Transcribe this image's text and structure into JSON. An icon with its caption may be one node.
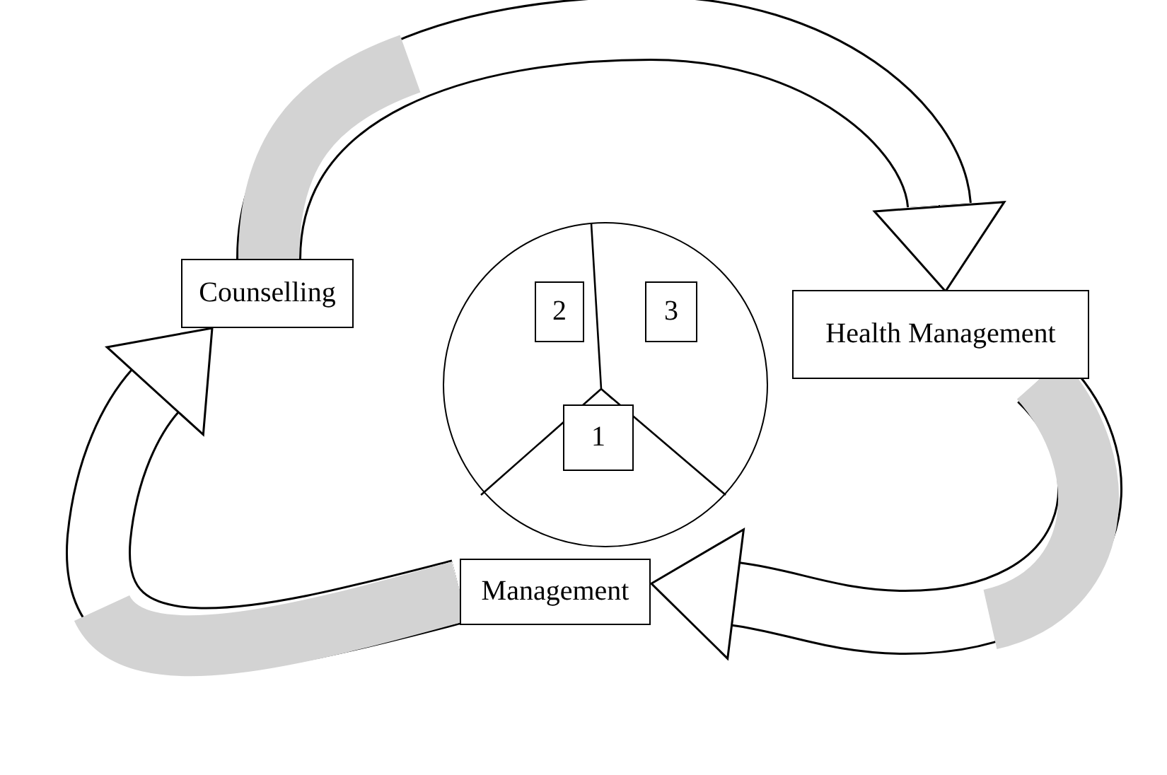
{
  "diagram": {
    "nodes": [
      {
        "text": [
          "Counselling"
        ]
      },
      {
        "text": [
          "Health Management"
        ]
      },
      {
        "text": [
          "Management"
        ]
      },
      {
        "text": [],
        "shape": "circle"
      },
      {
        "text": [
          "2"
        ],
        "in": 3
      },
      {
        "text": [
          "3"
        ],
        "in": 3
      },
      {
        "text": [
          "1"
        ],
        "in": 3
      }
    ],
    "edges": [
      {
        "from": 0,
        "to": 1,
        "arrow": "to"
      },
      {
        "from": 1,
        "to": 2,
        "arrow": "to"
      },
      {
        "from": 2,
        "to": 0,
        "arrow": "to"
      }
    ]
  }
}
